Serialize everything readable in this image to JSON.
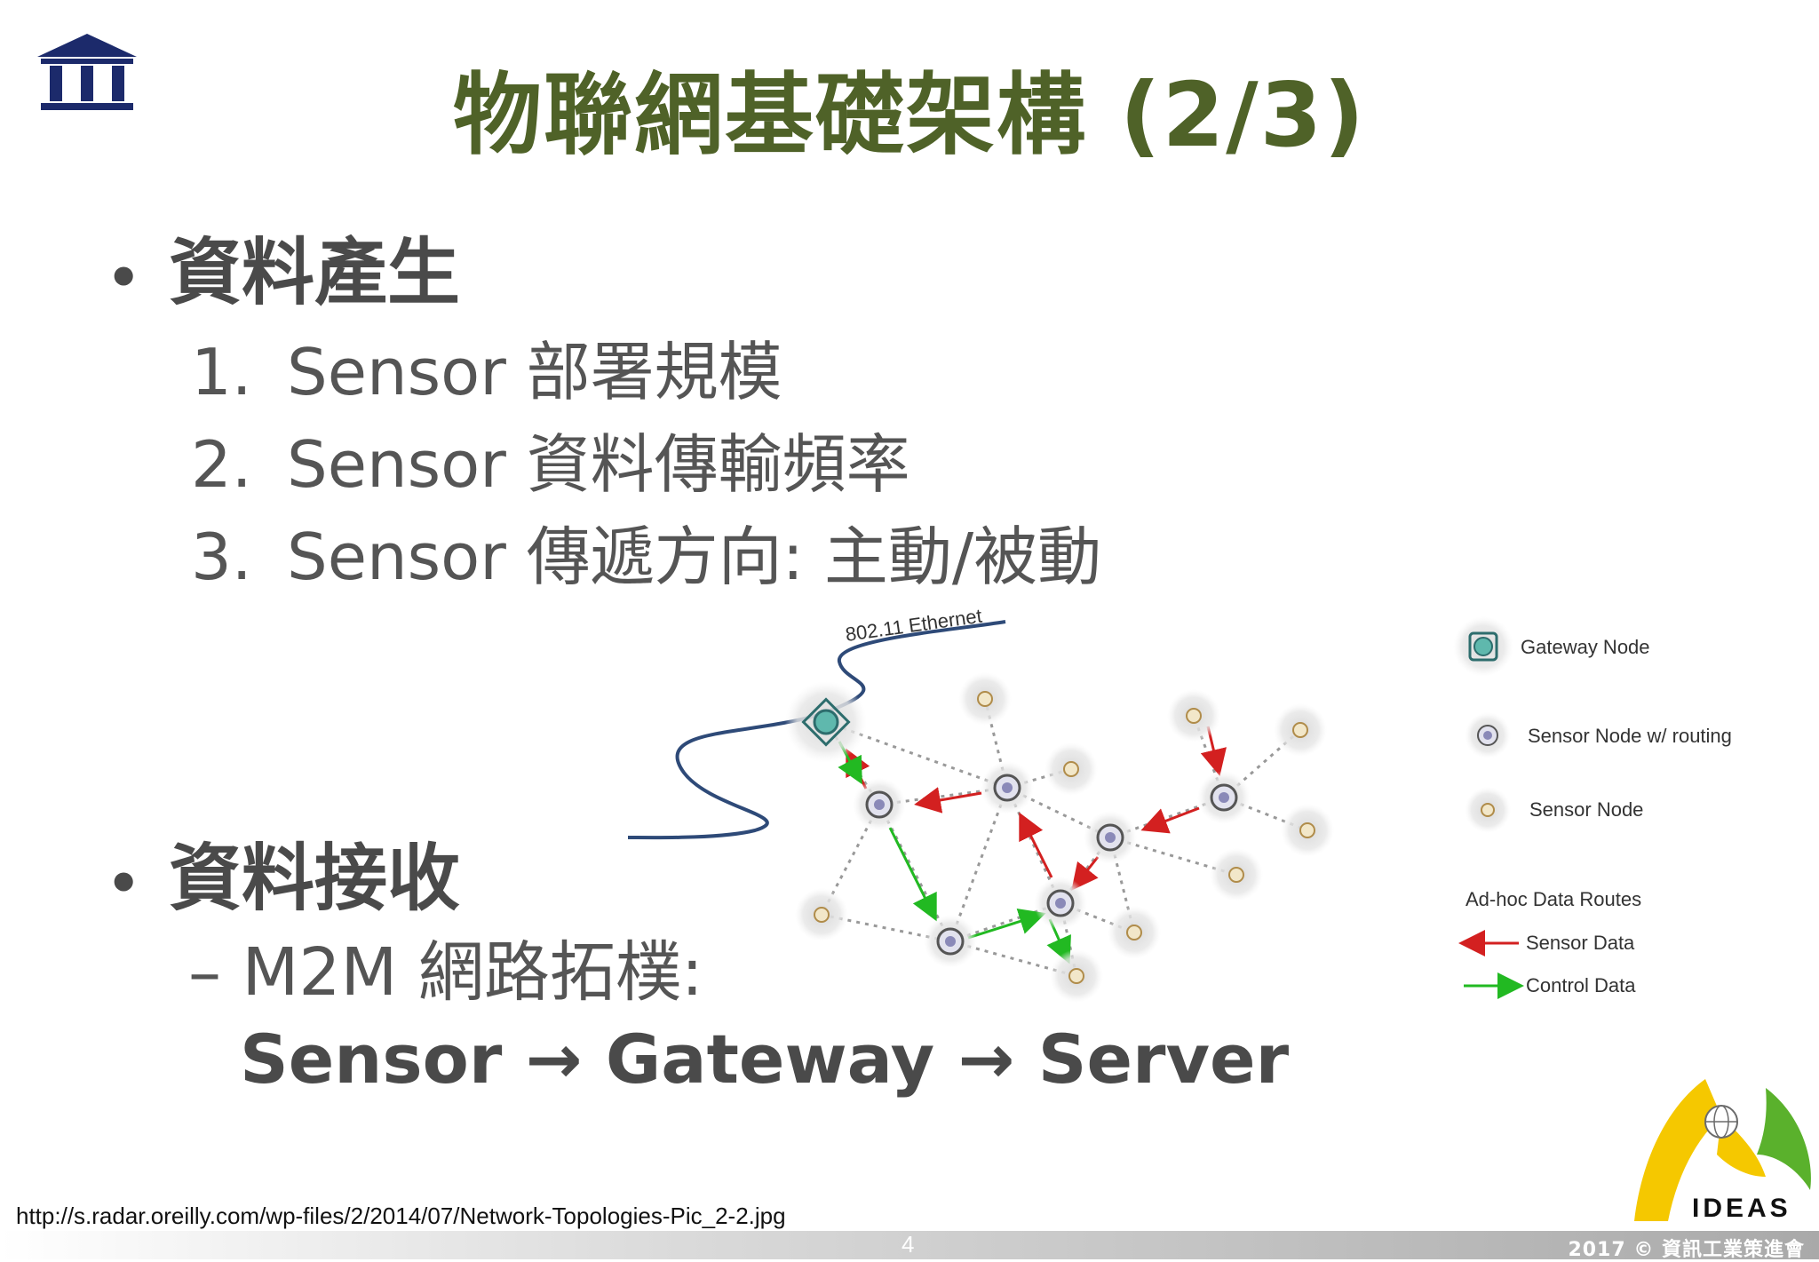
{
  "slide": {
    "title": "物聯網基礎架構 (2/3)",
    "section1": {
      "bullet": "•",
      "heading": "資料產生",
      "items": [
        {
          "num": "1.",
          "text": "Sensor 部署規模"
        },
        {
          "num": "2.",
          "text": "Sensor 資料傳輸頻率"
        },
        {
          "num": "3.",
          "text": "Sensor 傳遞方向: 主動/被動"
        }
      ]
    },
    "section2": {
      "bullet": "•",
      "heading": "資料接收",
      "subitem": "– M2M 網路拓樸:",
      "flow": "Sensor → Gateway → Server"
    },
    "source_url": "http://s.radar.oreilly.com/wp-files/2/2014/07/Network-Topologies-Pic_2-2.jpg",
    "page_number": "4",
    "copyright": "2017 © 資訊工業策進會",
    "ideas_logo_text": "IDEAS"
  },
  "diagram": {
    "ethernet_label": "802.11 Ethernet",
    "legend": {
      "gateway": "Gateway Node",
      "sensor_routing": "Sensor Node  w/ routing",
      "sensor": "Sensor Node",
      "routes_title": "Ad-hoc Data Routes",
      "sensor_data": "Sensor Data",
      "control_data": "Control Data"
    },
    "colors": {
      "sensor_data": "#d32020",
      "control_data": "#22b922",
      "cable": "#2e4a78",
      "title_green": "#4f6228"
    }
  }
}
